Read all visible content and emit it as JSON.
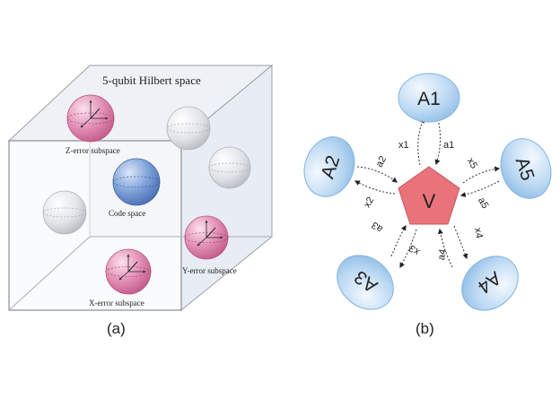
{
  "panel_a": {
    "caption": "(a)",
    "title": "5-qubit Hilbert space",
    "labels": {
      "z_error": "Z-error subspace",
      "code": "Code space",
      "y_error": "Y-error subspace",
      "x_error": "X-error subspace"
    },
    "colors": {
      "pink": "#d9759f",
      "blue": "#5f86c9",
      "gray": "#d6d8dc",
      "cube_face": "#eef1f6",
      "cube_edge": "#8a8f9a"
    }
  },
  "panel_b": {
    "caption": "(b)",
    "center": "V",
    "nodes": [
      "A1",
      "A2",
      "A3",
      "A4",
      "A5"
    ],
    "links": [
      {
        "x": "x1",
        "a": "a1"
      },
      {
        "x": "x2",
        "a": "a2"
      },
      {
        "x": "x3",
        "a": "a3"
      },
      {
        "x": "x4",
        "a": "a4"
      },
      {
        "x": "x5",
        "a": "a5"
      }
    ],
    "colors": {
      "node_fill": "#a9cdee",
      "node_edge": "#6f9fc9",
      "pentagon": "#e87279"
    }
  }
}
